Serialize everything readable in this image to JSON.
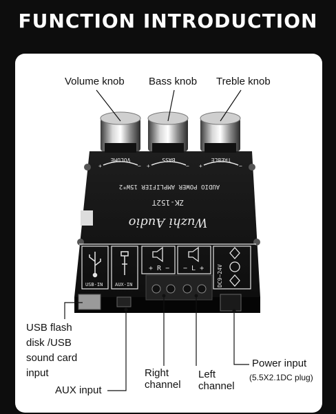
{
  "title": "FUNCTION INTRODUCTION",
  "labels": {
    "volume_knob": "Volume knob",
    "bass_knob": "Bass knob",
    "treble_knob": "Treble knob",
    "usb_input_line1": "USB flash",
    "usb_input_line2": "disk /USB",
    "usb_input_line3": "sound card",
    "usb_input_line4": "input",
    "aux_input": "AUX input",
    "right_channel_line1": "Right",
    "right_channel_line2": "channel",
    "left_channel_line1": "Left",
    "left_channel_line2": "channel",
    "power_input": "Power input",
    "power_input_spec": "(5.5X2.1DC plug)"
  },
  "board": {
    "volume": "VOLUME",
    "bass": "BASS",
    "treble": "TREBLE",
    "subtitle": "AUDIO POWER AMPLIFIER 15W*2",
    "model": "ZK-152T",
    "brand": "Wuzhi Audio",
    "usb_in": "USB-IN",
    "aux_in": "AUX-IN",
    "right_term": "+ R −",
    "left_term": "− L +",
    "dc_label": "DC9~24V"
  },
  "colors": {
    "background": "#0d0d0d",
    "card": "#ffffff",
    "pcb": "#141414",
    "silkscreen": "#e6e6e6"
  }
}
